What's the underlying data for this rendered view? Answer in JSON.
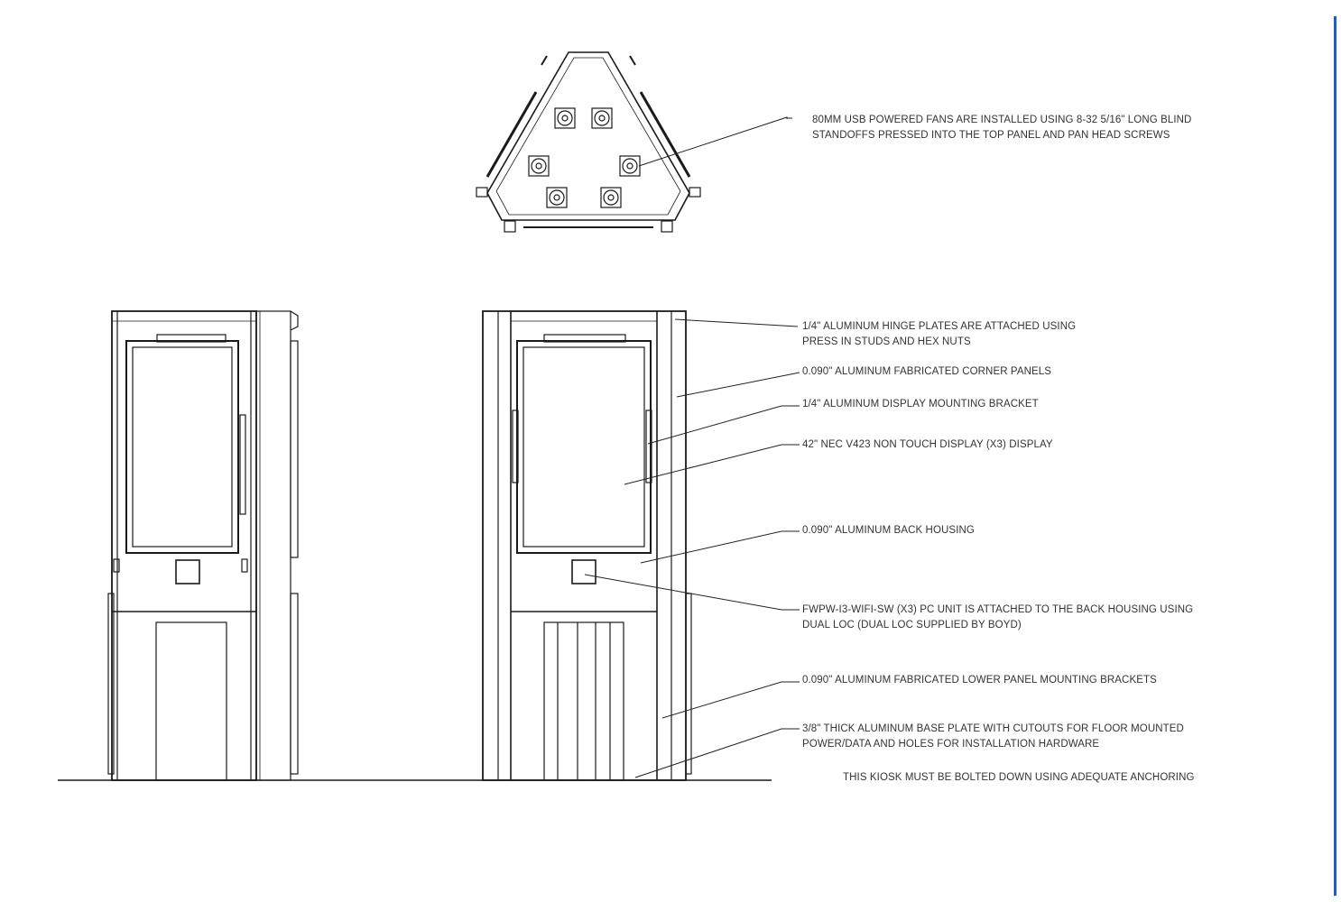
{
  "colors": {
    "line": "#1a1a1a",
    "leader": "#222222",
    "border": "#2f5ca8",
    "text": "#333333"
  },
  "callouts": {
    "fans": {
      "line1": "80MM USB POWERED FANS ARE INSTALLED USING 8-32 5/16\" LONG BLIND",
      "line2": "STANDOFFS PRESSED INTO THE TOP PANEL AND PAN HEAD SCREWS"
    },
    "hinge": {
      "line1": "1/4\" ALUMINUM HINGE PLATES ARE ATTACHED USING",
      "line2": "PRESS IN STUDS AND HEX NUTS"
    },
    "corner": {
      "line1": "0.090\" ALUMINUM FABRICATED CORNER PANELS"
    },
    "bracket": {
      "line1": "1/4\" ALUMINUM DISPLAY MOUNTING BRACKET"
    },
    "display": {
      "line1": "42\" NEC V423 NON TOUCH DISPLAY (X3) DISPLAY"
    },
    "housing": {
      "line1": "0.090\" ALUMINUM BACK HOUSING"
    },
    "pc": {
      "line1": "FWPW-I3-WIFI-SW (X3) PC UNIT IS ATTACHED TO THE BACK HOUSING USING",
      "line2": "DUAL LOC (DUAL LOC SUPPLIED BY BOYD)"
    },
    "lower": {
      "line1": "0.090\" ALUMINUM FABRICATED LOWER PANEL MOUNTING BRACKETS"
    },
    "base": {
      "line1": "3/8\" THICK ALUMINUM BASE PLATE WITH CUTOUTS FOR FLOOR MOUNTED",
      "line2": "POWER/DATA AND HOLES FOR INSTALLATION HARDWARE"
    },
    "anchor": {
      "line1": "THIS KIOSK MUST BE BOLTED DOWN USING ADEQUATE ANCHORING"
    }
  }
}
